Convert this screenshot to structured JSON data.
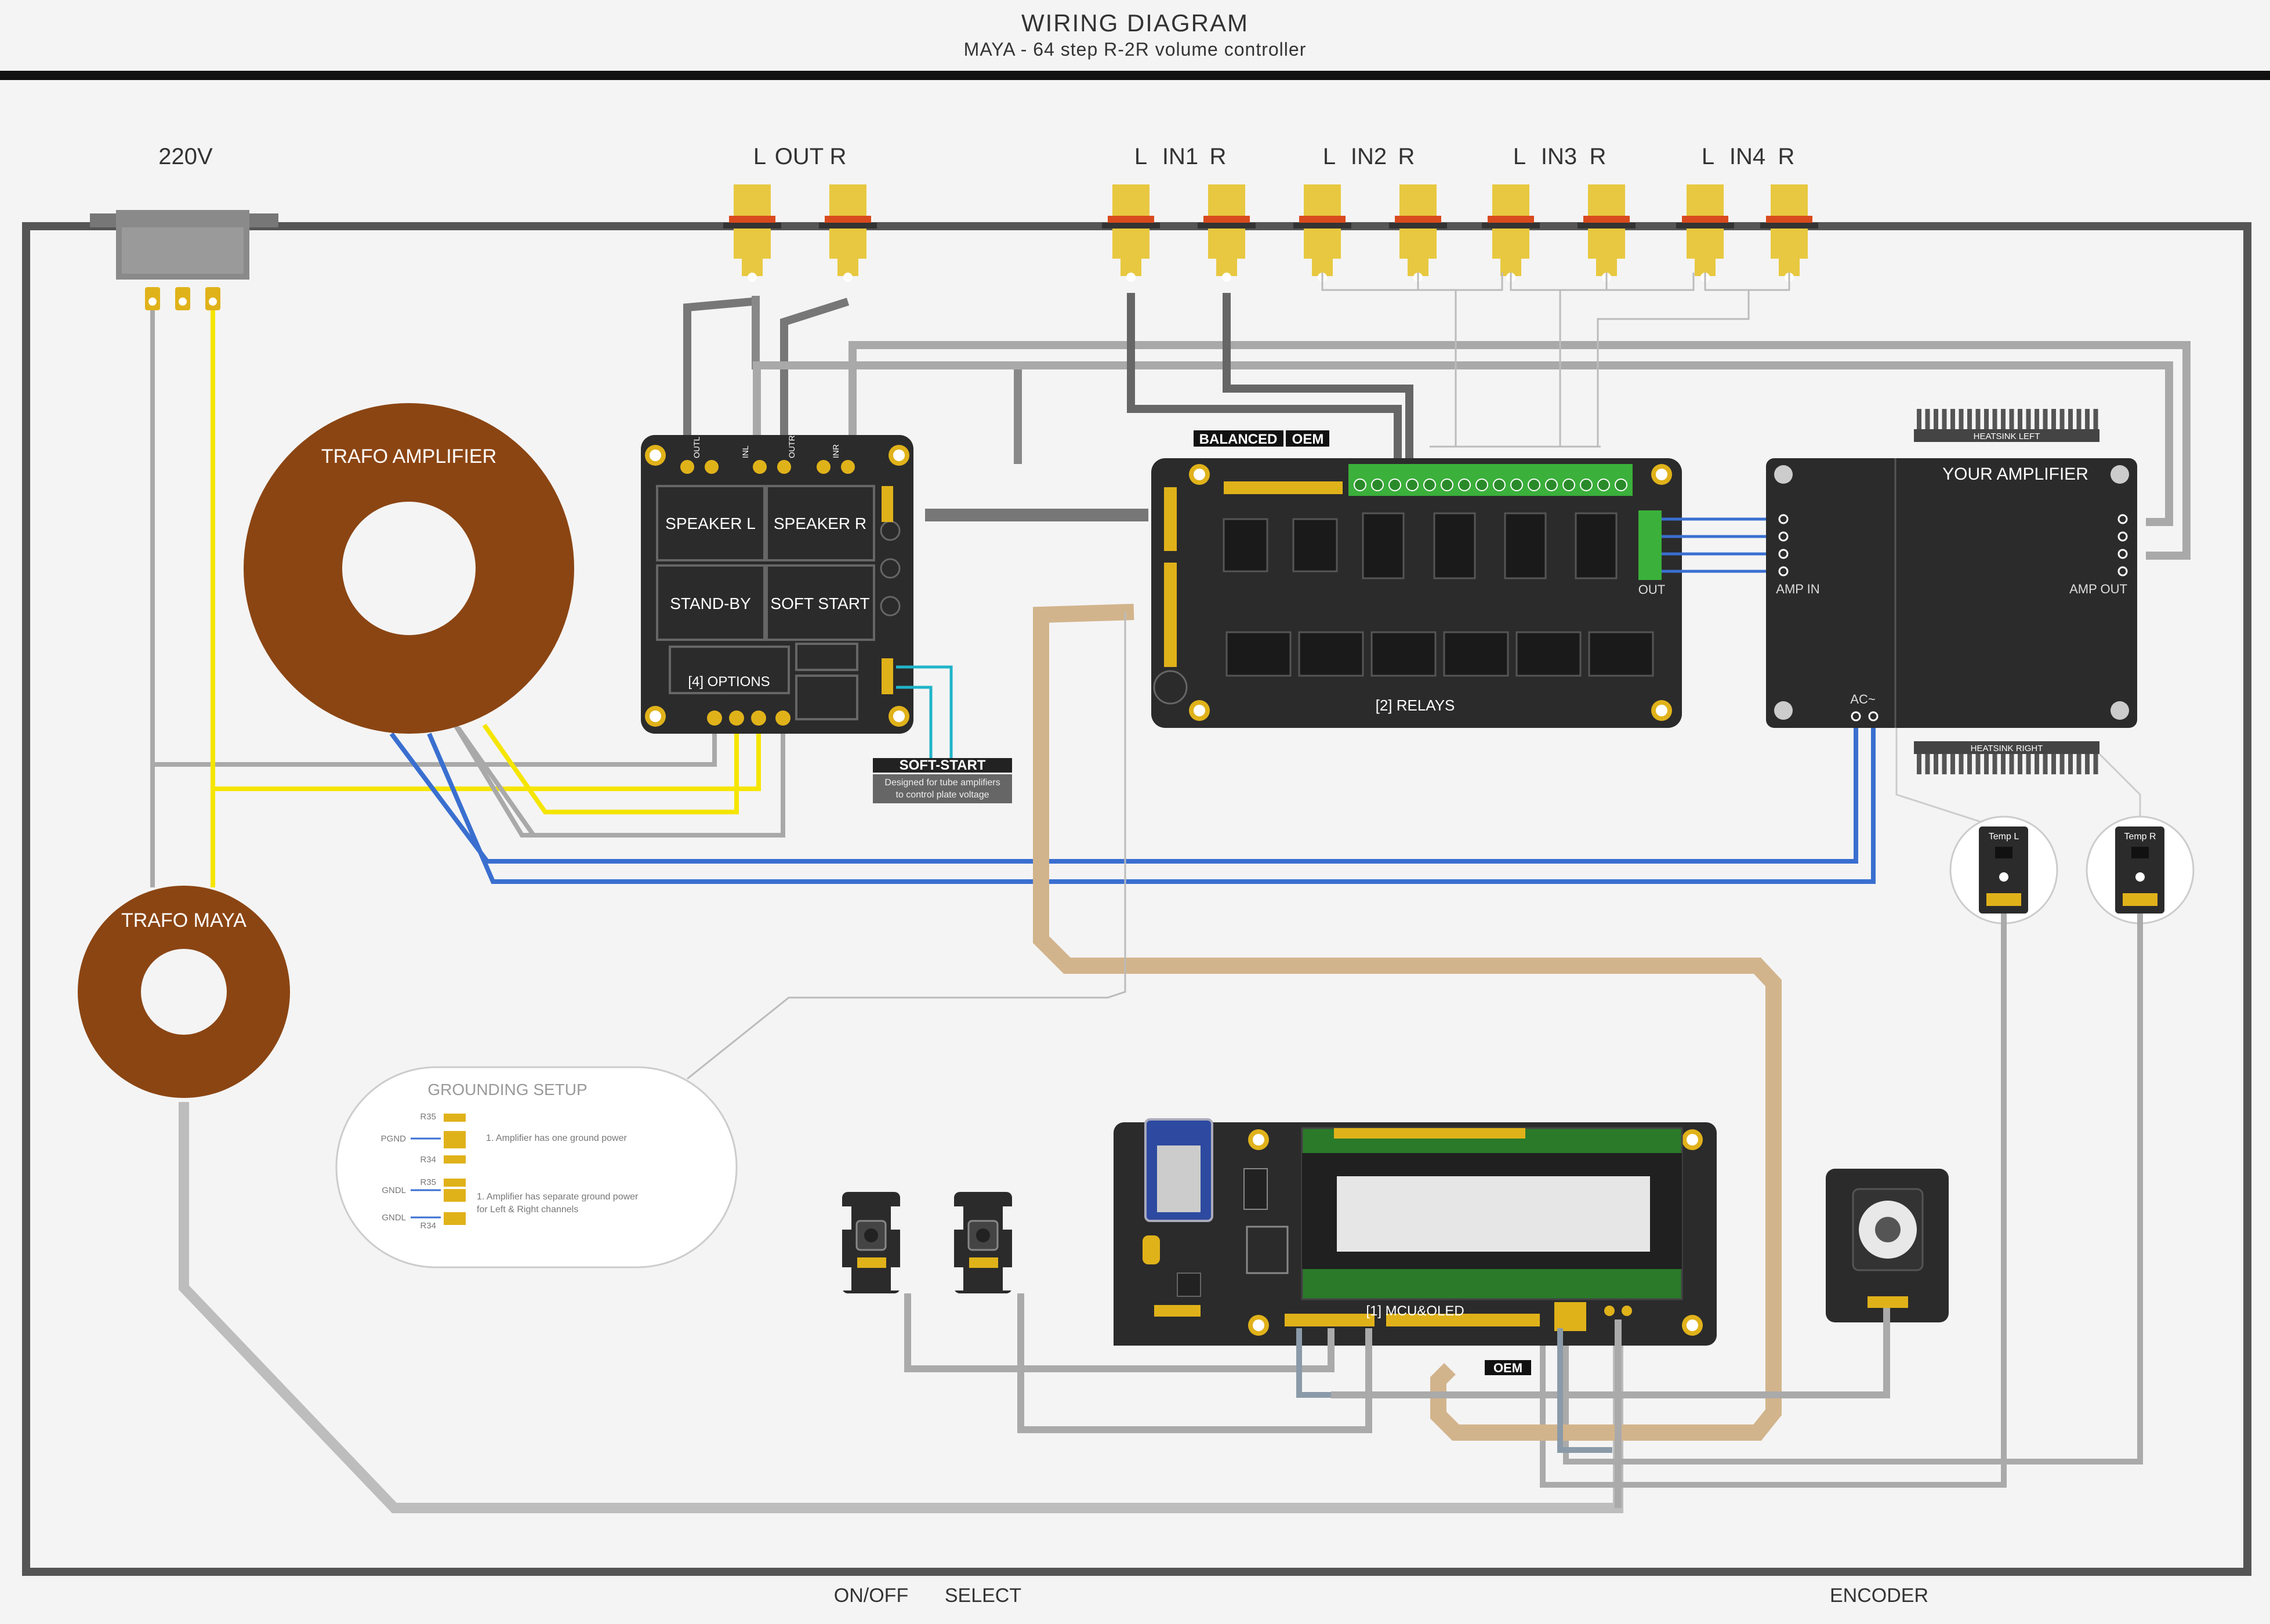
{
  "header": {
    "title": "WIRING DIAGRAM",
    "subtitle": "MAYA - 64 step R-2R volume controller"
  },
  "labels": {
    "mains": "220V",
    "out_l": "L",
    "out_text": "OUT",
    "out_r": "R",
    "inputs": [
      {
        "l": "L",
        "name": "IN1",
        "r": "R"
      },
      {
        "l": "L",
        "name": "IN2",
        "r": "R"
      },
      {
        "l": "L",
        "name": "IN3",
        "r": "R"
      },
      {
        "l": "L",
        "name": "IN4",
        "r": "R"
      }
    ],
    "bottom": {
      "on_off": "ON/OFF",
      "select": "SELECT",
      "encoder": "ENCODER"
    }
  },
  "trafo_amp": {
    "label": "TRAFO AMPLIFIER"
  },
  "trafo_maya": {
    "label": "TRAFO MAYA"
  },
  "options_board": {
    "pins": [
      "OUTL",
      "INL",
      "OUTR",
      "INR"
    ],
    "buttons": [
      "SPEAKER L",
      "SPEAKER R",
      "STAND-BY",
      "SOFT START"
    ],
    "footer": "[4] OPTIONS"
  },
  "soft_start": {
    "title": "SOFT-START",
    "line1": "Designed for tube amplifiers",
    "line2": "to control plate voltage"
  },
  "relays_board": {
    "tag_balanced": "BALANCED",
    "tag_oem": "OEM",
    "out_label": "OUT",
    "footer": "[2] RELAYS"
  },
  "amplifier": {
    "title": "YOUR AMPLIFIER",
    "amp_in": "AMP IN",
    "amp_out": "AMP OUT",
    "ac": "AC~",
    "heatsink_left": "HEATSINK LEFT",
    "heatsink_right": "HEATSINK RIGHT"
  },
  "sensors": [
    {
      "label": "Temp L"
    },
    {
      "label": "Temp R"
    }
  ],
  "grounding": {
    "title": "GROUNDING SETUP",
    "r35": "R35",
    "r34": "R34",
    "pgnd": "PGND",
    "gndl": "GNDL",
    "note1": "1. Amplifier has one ground power",
    "note2a": "1. Amplifier has separate ground power",
    "note2b": "for Left & Right channels"
  },
  "mcu_board": {
    "footer": "[1] MCU&OLED",
    "tag_oem": "OEM"
  },
  "colors": {
    "board": "#2b2b2b",
    "gold": "#e0b21a",
    "trafo": "#8b4513",
    "wire_gray": "#a9a9a9",
    "wire_yellow": "#f5e500",
    "wire_blue": "#3a6fd0",
    "wire_cyan": "#20b4c8",
    "ribbon": "#d2b48c",
    "pcb_green": "#3bb03b",
    "lcd_green": "#2a7a2a"
  }
}
